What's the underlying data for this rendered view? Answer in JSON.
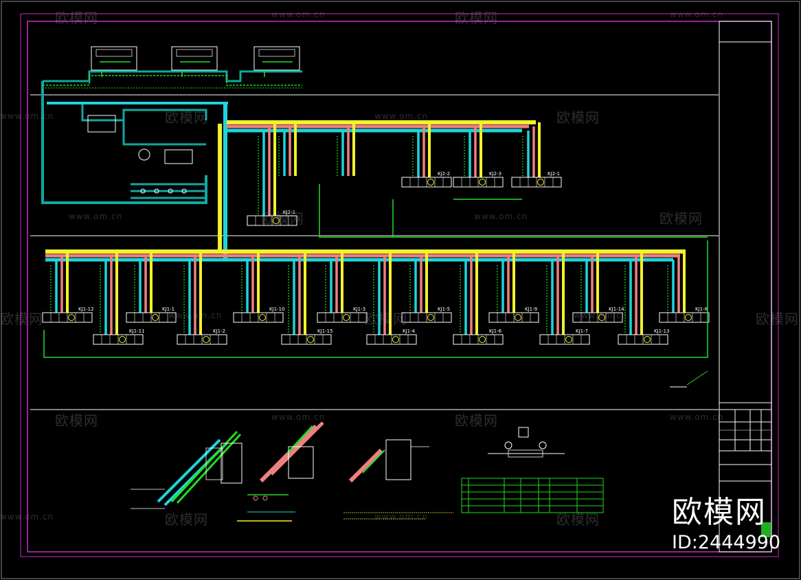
{
  "watermark": {
    "brand_cn": "欧模网",
    "url": "www.om.cn"
  },
  "brand_footer": {
    "name": "欧模网",
    "id_text": "ID:2444990"
  },
  "colors": {
    "background": "#000000",
    "frame": "#c82ec8",
    "cyan_pipe": "#1fd4dc",
    "pink_pipe": "#f08080",
    "yellow_pipe": "#f2f22a",
    "green_line": "#22dd22",
    "teal_pipe": "#10a8a0",
    "white_line": "#ffffff"
  },
  "top_units": [
    {
      "icon": "outdoor-unit-icon"
    },
    {
      "icon": "outdoor-unit-icon"
    },
    {
      "icon": "outdoor-unit-icon"
    }
  ],
  "upper_units": [
    {
      "label": "KJ2-1"
    },
    {
      "label": "KJ2-2"
    },
    {
      "label": "KJ2-3"
    },
    {
      "label": "KJ2-1"
    }
  ],
  "lower_row_a": [
    {
      "label": "KJ1-12"
    },
    {
      "label": "KJ1-1"
    },
    {
      "label": "KJ1-10"
    },
    {
      "label": "KJ1-3"
    },
    {
      "label": "KJ1-5"
    },
    {
      "label": "KJ1-9"
    },
    {
      "label": "KJ1-14"
    },
    {
      "label": "KJ1-8"
    }
  ],
  "lower_row_b": [
    {
      "label": "KJ1-11"
    },
    {
      "label": "KJ1-2"
    },
    {
      "label": "KJ1-15"
    },
    {
      "label": "KJ1-4"
    },
    {
      "label": "KJ1-6"
    },
    {
      "label": "KJ1-7"
    },
    {
      "label": "KJ1-13"
    }
  ]
}
